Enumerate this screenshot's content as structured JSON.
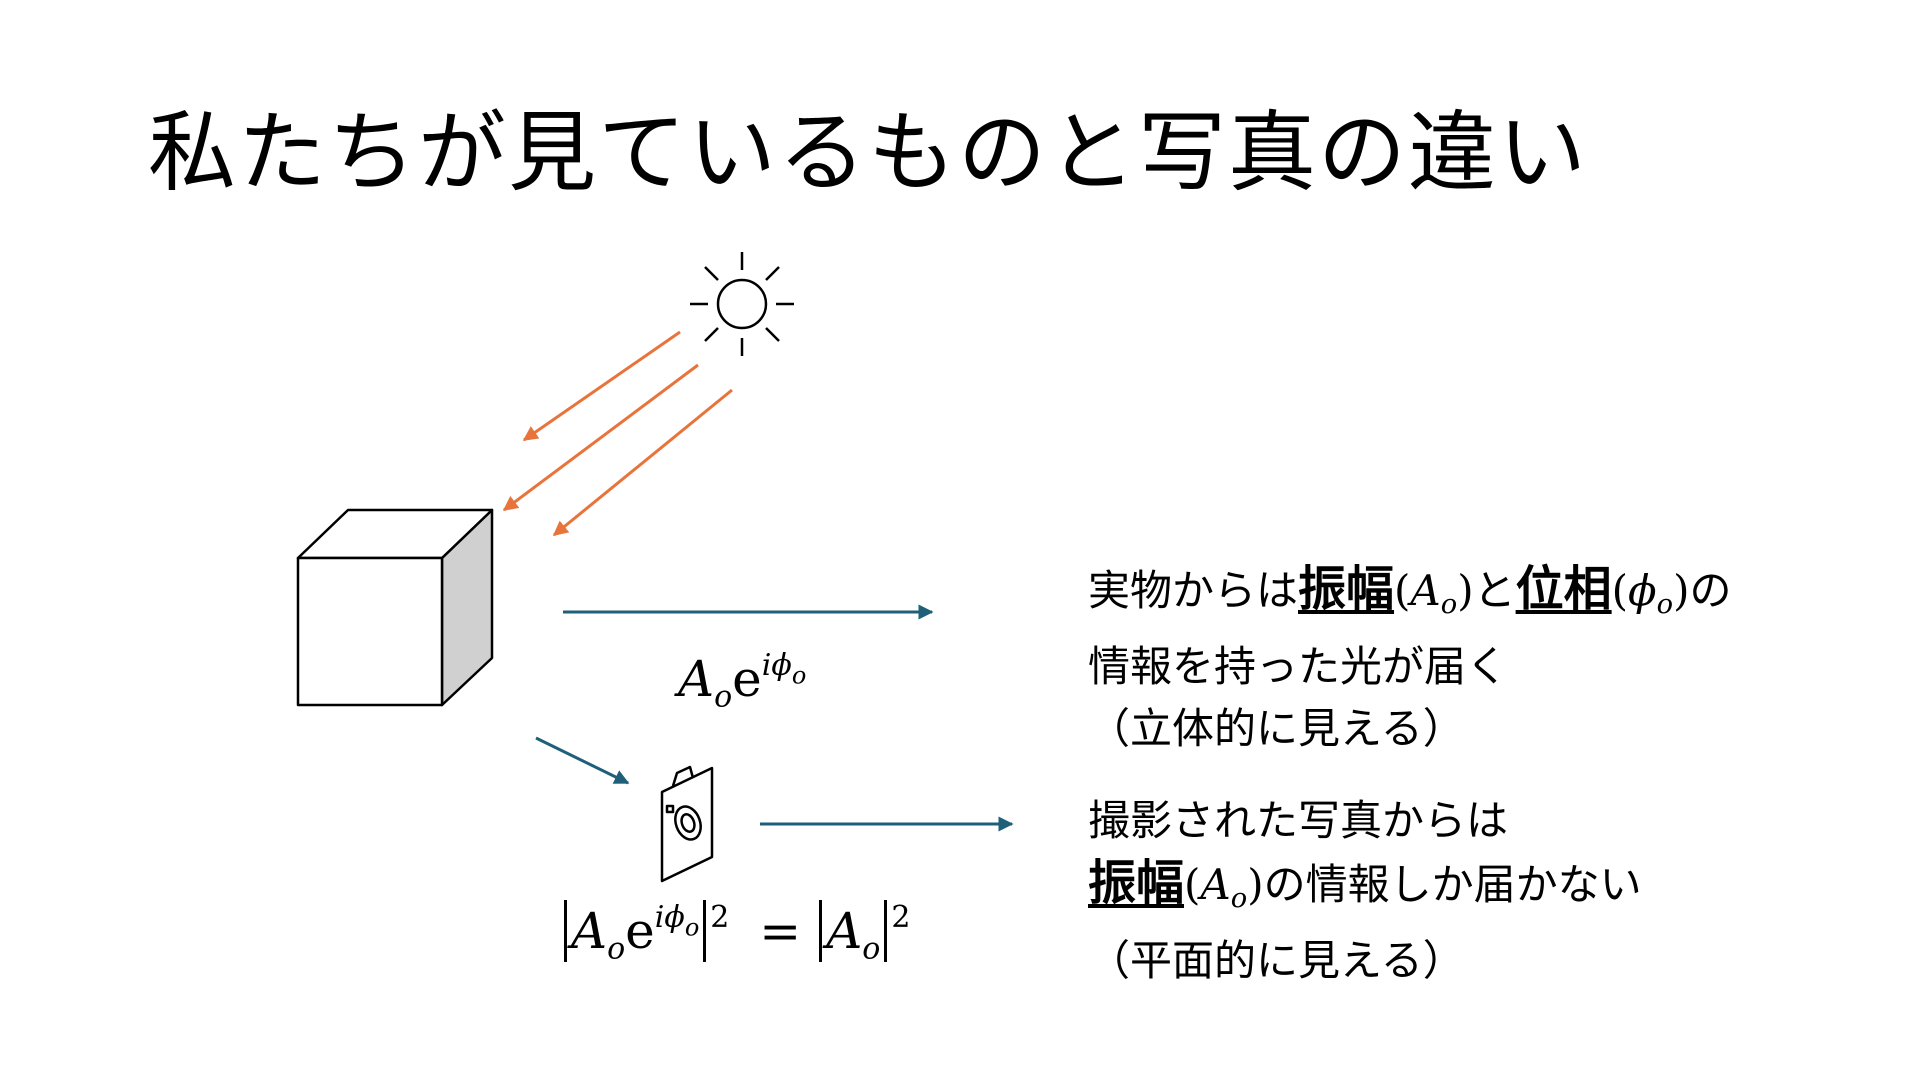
{
  "slide": {
    "title": "私たちが見ているものと写真の違い"
  },
  "formulas": {
    "real_base": "A",
    "real_sub": "o",
    "e": "e",
    "exp_i": "i",
    "exp_phi": "ϕ",
    "exp_sub": "o",
    "photo_base": "A",
    "photo_sub": "o",
    "square": "2",
    "equals": "=",
    "rhs_base": "A",
    "rhs_sub": "o",
    "rhs_square": "2"
  },
  "real_text": {
    "line1_pre": "実物からは",
    "kw_amplitude": "振幅",
    "amp_paren_open": "(",
    "amp_sym": "A",
    "amp_sub": "o",
    "amp_paren_close": ")",
    "to": "と",
    "kw_phase": "位相",
    "phase_paren_open": "(",
    "phase_sym": "ϕ",
    "phase_sub": "o",
    "phase_paren_close": ")",
    "line1_post": "の",
    "line2": "情報を持った光が届く",
    "line3": "（立体的に見える）"
  },
  "photo_text": {
    "line1": "撮影された写真からは",
    "kw_amplitude": "振幅",
    "amp_paren_open": "(",
    "amp_sym": "A",
    "amp_sub": "o",
    "amp_paren_close": ")",
    "line2_post": "の情報しか届かない",
    "line3": "（平面的に見える）"
  },
  "colors": {
    "incident_light": "#E8743B",
    "outgoing_light": "#1F5F7A",
    "cube_side": "#D0D0D0",
    "outline": "#000000"
  },
  "icons": {
    "sun": "sun-icon",
    "camera": "camera-icon",
    "object": "cube-object"
  }
}
